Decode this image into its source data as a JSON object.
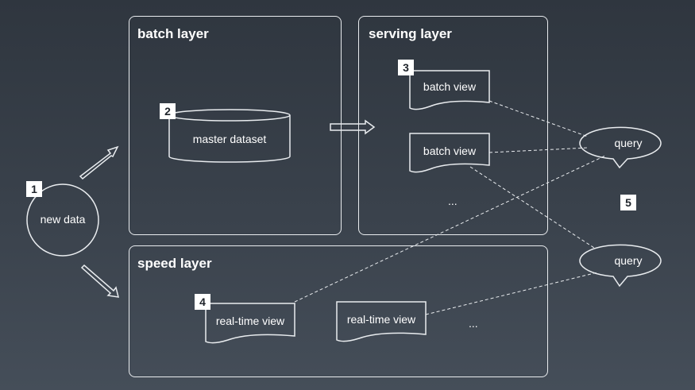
{
  "badges": {
    "b1": "1",
    "b2": "2",
    "b3": "3",
    "b4": "4",
    "b5": "5"
  },
  "new_data": "new data",
  "batch_layer": {
    "title": "batch layer",
    "master_dataset": "master dataset"
  },
  "serving_layer": {
    "title": "serving layer",
    "view1": "batch view",
    "view2": "batch view",
    "ellipsis": "..."
  },
  "speed_layer": {
    "title": "speed layer",
    "view1": "real-time view",
    "view2": "real-time view",
    "ellipsis": "..."
  },
  "queries": {
    "q1": "query",
    "q2": "query"
  },
  "colors": {
    "background": "#3a424c",
    "stroke": "#e9ecef",
    "text": "#ffffff"
  }
}
